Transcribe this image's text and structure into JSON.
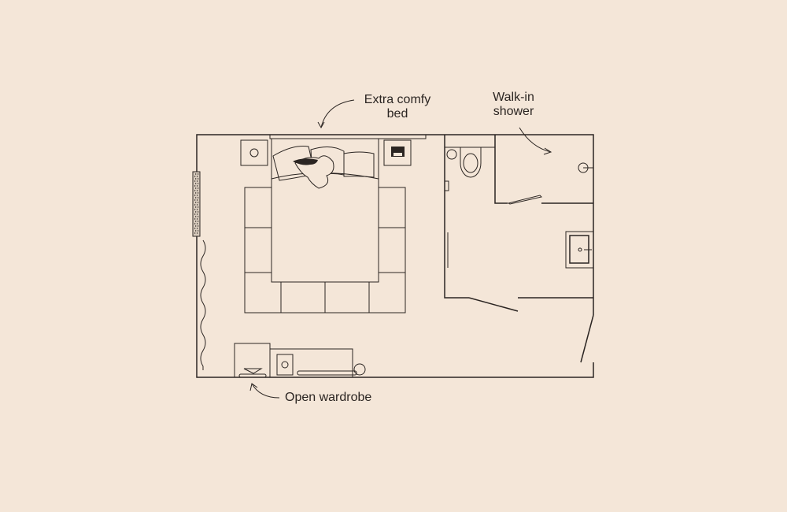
{
  "labels": {
    "bed": [
      "Extra comfy",
      "bed"
    ],
    "shower": [
      "Walk-in",
      "shower"
    ],
    "wardrobe": "Open wardrobe"
  },
  "colors": {
    "background": "#f4e6d8",
    "ink": "#2b2522"
  }
}
